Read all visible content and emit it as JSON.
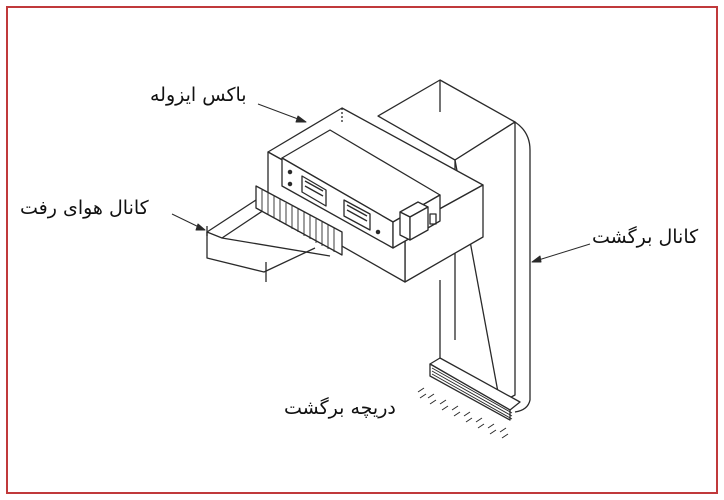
{
  "labels": {
    "isolation_box": "باکس ایزوله",
    "supply_duct": "کانال هوای رفت",
    "return_duct": "کانال برگشت",
    "return_grille": "دریچه برگشت"
  },
  "colors": {
    "frame": "#c0393b",
    "line": "#2a2a2a"
  }
}
